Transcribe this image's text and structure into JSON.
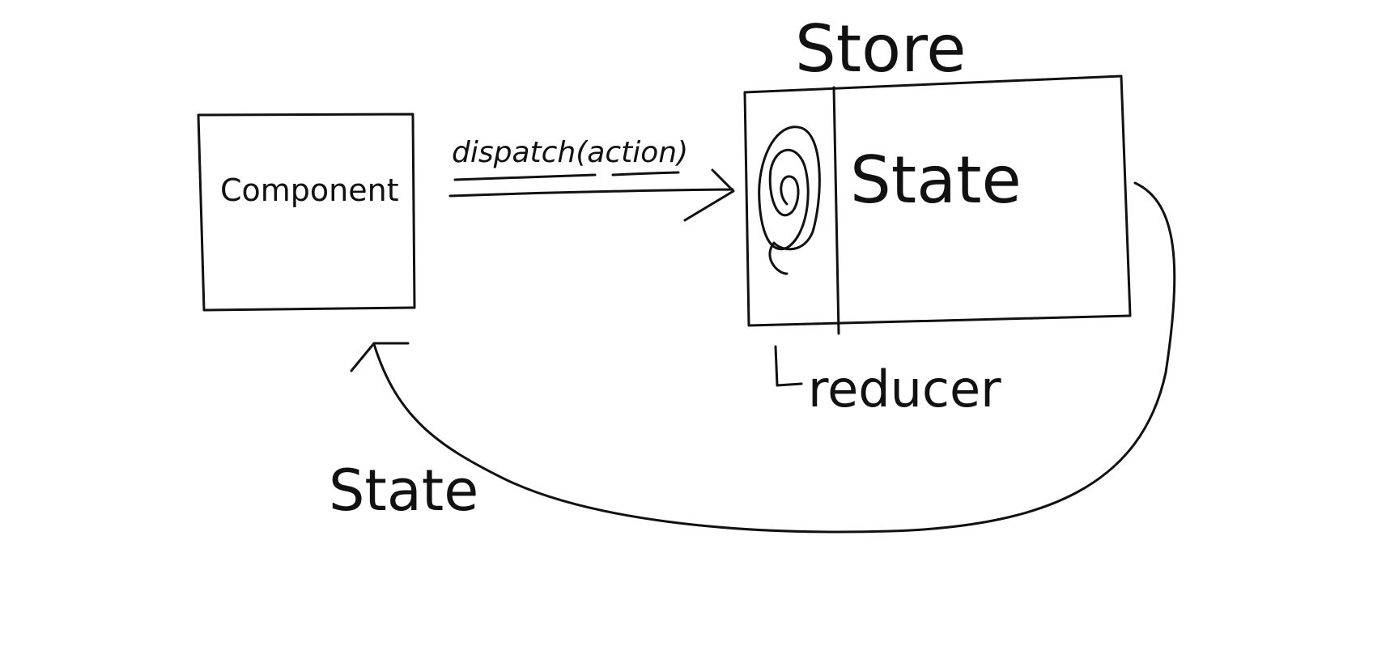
{
  "diagram": {
    "component_label": "Component",
    "dispatch_label": "dispatch(action)",
    "store_label": "Store",
    "store_state_label": "State",
    "reducer_label": "reducer",
    "return_state_label": "State"
  }
}
